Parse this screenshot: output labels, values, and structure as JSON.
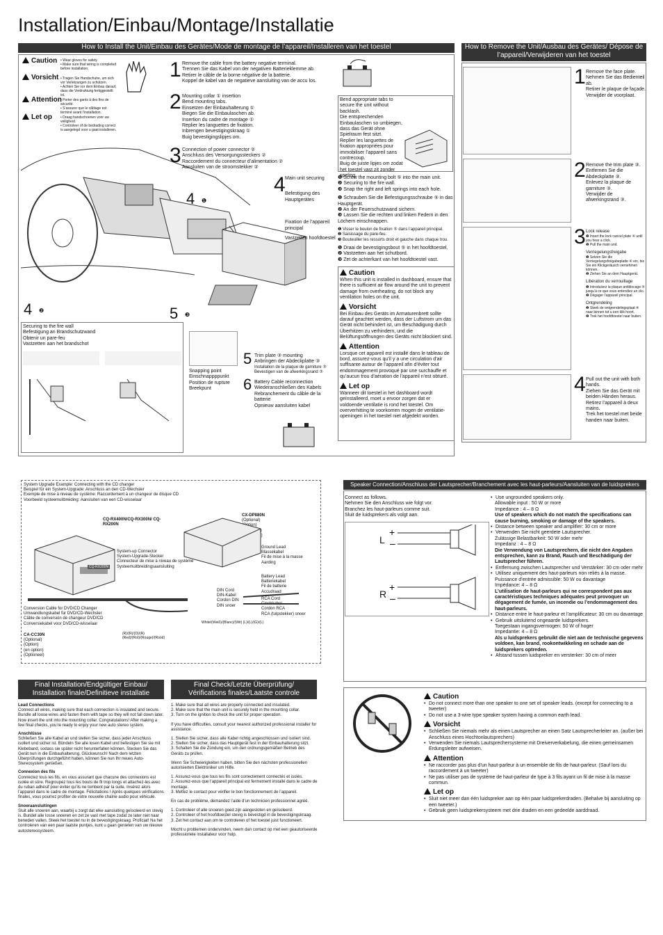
{
  "title": "Installation/Einbau/Montage/Installatie",
  "install_hdr": "How to Install the Unit/Einbau des Gerätes/Mode de montage de l’appareil/Installeren van het toestel",
  "remove_hdr": "How to Remove the Unit/Ausbau des Gerätes/ Dépose de l’appareil/Verwijderen van het toestel",
  "cautions": [
    {
      "label": "Caution",
      "lines": [
        "• Wear gloves for safety.",
        "• Make sure that wiring is completed before installation."
      ]
    },
    {
      "label": "Vorsicht",
      "lines": [
        "• Tragen Sie Handschuhe, um sich vor Verletzungen zu schützen.",
        "• Achten Sie vor dem Einbau darauf, dass die Verdrahtung fertiggestellt ist."
      ]
    },
    {
      "label": "Attention",
      "lines": [
        "• Porter des gants à des fins de sécurité.",
        "• S’assurer que le câblage est terminé avant l’installation."
      ]
    },
    {
      "label": "Let op",
      "lines": [
        "• Draag handschoenen voor uw veiligheid.",
        "• Controleer of de bedrading correct is aangelegd voor u gaat installeren."
      ]
    }
  ],
  "step1": [
    "Remove the cable from the battery negative terminal.",
    "Trennen Sie das Kabel von der negativen Batterieklemme ab.",
    "Retirer le câble de la borne négative de la batterie.",
    "Koppel de kabel van de negatieve aansluiting van de accu los."
  ],
  "step2": [
    "Mounting collar ① insertion",
    "Bend mounting tabs.",
    "Einsetzen der Einbauhalterung ①",
    "Biegen Sie die Einbaulaschen ab.",
    "Insertion du cadre de montage ①",
    "Replier les languettes de fixation.",
    "Inbrengen bevestigingskraag ①",
    "Buig bevestigingslipjes om."
  ],
  "step3": [
    "Connection of power connector ②",
    "Anschluss des Versorgungssteckers ②",
    "Raccordement du connecteur d’alimentation ②",
    "Aansluiten van de stroomstekker ②"
  ],
  "bend_text": [
    "Bend appropriate tabs to secure the unit without backlash.",
    "Die entsprechenden Einbaulaschen so umbiegen, dass das Gerät ohne Spielraum fest sitzt.",
    "Replier les languettes de fixation appropriées pour immobiliser l’appareil sans contrecoup.",
    "Buig de juiste lipjes om zodat het toestel vast zit zonder speling."
  ],
  "step4_labels": [
    "Main unit securing",
    "Befestigung des Hauptgerätes",
    "Fixation de l’appareil principal",
    "Vastzetten hoofdtoestel"
  ],
  "step4_en": [
    "❶ Screw the mounting bolt ⑤ into the main unit.",
    "❷ Securing to the fire wall.",
    "❸ Snap the right and left springs into each hole."
  ],
  "step4_de": [
    "❶ Schrauben Sie die Befestigungsschraube ⑤ in das Hauptgerät.",
    "❷ An der Feuerschutzwand sichern.",
    "❸ Lassen Sie die rechten und linken Federn in den Löchern einschnappen."
  ],
  "step4_fr": [
    "❶ Visser le boulon de fixation ⑤ dans l’appareil principal.",
    "❷ Saisissage du pare-feu.",
    "❸ Bouteuiller les ressorts droit et gauche dans chaque trou."
  ],
  "step4_nl": [
    "❶ Draai de bevestigingsbout ⑤ in het hoofdtoestel.",
    "❷ Vastzetten aan het schutbord.",
    "❸ Zet de achterkant van het hoofdtoestel vast."
  ],
  "mid_cautions": [
    {
      "label": "Caution",
      "text": "When this unit is installed in dashboard, ensure that there is sufficient air flow around the unit to prevent damage from overheating, do not block any ventilation holes on the unit."
    },
    {
      "label": "Vorsicht",
      "text": "Bei Einbau des Geräts im Armaturenbrett sollte darauf geachtet werden, dass der Luftstrom um das Gerät nicht behindert ist, um Beschädigung durch Überhitzen zu verhindern, und die Belüftungsöffnungen des Geräts nicht blockiert sind."
    },
    {
      "label": "Attention",
      "text": "Lorsque cet appareil est installé dans le tableau de bord, assurez-vous qu’il y a une circulation d’air suffisante autour de l’appareil afin d’éviter tout endommagement provoqué par une surchauffe et qu’aucun trou d’aération de l’appareil n’est obturé."
    },
    {
      "label": "Let op",
      "text": "Wanneer dit toestel in het dashboard wordt geïnstalleerd, moet u ervoor zorgen dat er voldoende ventilatie is rond het toestel. Om oververhitting te voorkomen mogen de ventilatie-openingen in het toestel niet afgedekt worden."
    }
  ],
  "firewall": [
    "Securing to the fire wall",
    "Befestigung an Brandschutzwand",
    "Obtenir un pare-feu",
    "Vastzetten aan het brandschot"
  ],
  "snap": [
    "Snapping point",
    "Einschnappppunkt",
    "Position de rupture",
    "Breekpunt"
  ],
  "step5": [
    "Trim plate ③ mounting",
    "Anbringen der Abdeckplatte ③",
    "Installation de la plaque de garniture ③",
    "Bevestigen van de afwerkingsrand ③"
  ],
  "step6": [
    "Battery Cable reconnection",
    "Wiederanschließen des Kabels",
    "Rebranchement du câble de la batterie",
    "Opnieuw aansluiten kabel"
  ],
  "rm1": [
    "Remove the face plate.",
    "Nehmen Sie das Bedienteil ab.",
    "Retirer le plaque de façade.",
    "Verwijder de voorplaat."
  ],
  "rm2": [
    "Remove the trim plate ③.",
    "Entfernen Sie die Abdeckplatte ③.",
    "Enlevez la plaque de garniture ③.",
    "Verwijder de afwerkingsrand ③."
  ],
  "rm3": [
    "Lock release",
    "❶ Insert the lock cancel plate ④ until you hear a click.",
    "❷ Pull the main unit.",
    "Verriegelungsfreigabe",
    "❶ Setzen Sie die Verriegelungsfreigabeplatte ④ ein, bis Sie ein Klickgeräusch vernehmen können.",
    "❷ Ziehen Sie an dem Hauptgerät.",
    "Libération du verrouillage",
    "❶ Introduisez la plaque antiblocage ④ jusqu’à ce que vous entendiez un clic.",
    "❷ Dégager l’appareil principal.",
    "Ontgrendeling",
    "❶ Steek de ontgrendelingsplaat ④ naar binnen tot u een klik hoort.",
    "❷ Trek het hoofdtoestel naar buiten."
  ],
  "rm4": [
    "Pull out the unit with both hands.",
    "Ziehen Sie das Gerät mit beiden Händen heraus.",
    "Retirez l’appareil à deux mains.",
    "Trek het toestel met beide handen naar buiten."
  ],
  "upgrade": [
    "System Upgrade Example: Connecting with the CD changer",
    "Beispiel für ein System-Upgrade: Anschluss an den CD-Wechsler",
    "Exemple de mise à niveau de système: Raccordement à un changeur de disque CD",
    "Voorbeeld systeemuitbreiding: Aansluiten van een CD-wisselaar"
  ],
  "up_models": "CQ-RX400N/CQ-RX300N/ CQ-RX200N",
  "up_cx": [
    "CX-DP880N",
    "(Optional)",
    "(Option)",
    "(en option)",
    "(Optioneel)"
  ],
  "up_conn": [
    "System-up Connector",
    "System-Upgrade-Stecker",
    "Connecteur de mise à niveau de système",
    "Systeemuitbreidingsaansluiting"
  ],
  "up_ground": [
    "Ground Lead",
    "Massekabel",
    "Fil de mise à la masse",
    "Aarding"
  ],
  "up_batt": [
    "Battery Lead",
    "Batteriekabel",
    "Fil de batterie",
    "Accudraad"
  ],
  "up_din": [
    "DIN Cord",
    "DIN-Kabel",
    "Cordon DIN",
    "DIN snoer"
  ],
  "up_rca": [
    "RCA Cord",
    "Cinchkabel",
    "Cordon RCA",
    "RCA (tulpstekker) snoer"
  ],
  "up_conv": [
    "Conversion Cable for DVD/CD Changer",
    "Umwandlungskabel für DVD/CD-Wechsler",
    "Câble de conversion de changeur DVD/CD",
    "Conversiekabel voor DVD/CD-wisselaar"
  ],
  "up_cc": [
    "CA-CC30N",
    "(Optional)",
    "(Option)",
    "(en option)",
    "(Optioneel)"
  ],
  "up_white": "White/(Weiß)/(Blanc)/(Wit) (L)/(L)/(G)/(L)",
  "up_red": "(R)/(R)/(D)/(R) (Red)/(Rot)/(Rouge)/(Rood)",
  "up_badge": "CQ-RX200N",
  "spk_hdr": "Speaker Connection/Anschluss der Lautsprecher/Branchement avec les haut-parleurs/Aansluiten van de luidsprekers",
  "spk_intro": [
    "Connect as follows.",
    "Nehmen Sie den Anschluss wie folgt vor.",
    "Branchez les haut-parleurs comme suit.",
    "Sluit de luidsprekers als volgt aan."
  ],
  "spk_en": [
    "Use ungrounded speakers only.",
    "Allowable input : 50 W or more",
    "Impedance : 4 – 8 Ω",
    "Use of speakers which do not match the specifications can cause burning, smoking or damage of the speakers.",
    "Distance between speaker and amplifier: 30 cm or more"
  ],
  "spk_de": [
    "Verwenden Sie nicht geerdete Lautsprecher.",
    "Zulässige Belastbarkeit: 50 W oder mehr",
    "Impedanz : 4 – 8 Ω",
    "Die Verwendung von Lautsprechern, die nicht den Angaben entsprechen, kann zu Brand, Rauch und Beschädigung der Lautsprecher führen.",
    "Entfernung zwischen Lautsprecher und Verstärker: 30 cm oder mehr"
  ],
  "spk_fr": [
    "Utilisez uniquement des haut-parleurs non reliés à la masse.",
    "Puissance d’entrée admissible: 50 W ou davantage",
    "Impédance: 4 – 8 Ω",
    "L’utilisation de haut-parleurs qui ne correspondent pas aux caractéristiques techniques adéquates peut provoquer un dégagement de fumée, un incendie ou l’endommagement des haut-parleurs.",
    "Distance entre le haut-parleur et l’amplificateur: 30 cm ou davantage"
  ],
  "spk_nl": [
    "Gebruik uitsluitend ongeaarde luidsprekers.",
    "Toegestaan ingangsvermogen: 50 W of hoger",
    "Impedantie: 4 – 8 Ω",
    "Als u luidsprekers gebruikt die niet aan de technische gegevens voldoen, kan brand, rookontwikkeling en schade aan de luidsprekers optreden.",
    "Afstand tussen luidspreker en versterker: 30 cm of meer"
  ],
  "spk_L": "L",
  "spk_R": "R",
  "final_hdr": "Final Installation/Endgültiger Einbau/ Installation finale/Definitieve installatie",
  "final": [
    {
      "h": "Lead Connections",
      "p": "Connect all wires, making sure that each connection is insulated and secure. Bundle all loose wires and fasten them with tape so they will not fall down later. Now insert the unit into the mounting collar. Congratulations! After making a few final checks, you’re ready to enjoy your new auto stereo system."
    },
    {
      "h": "Anschlüsse",
      "p": "Schließen Sie alle Kabel an und stellen Sie sicher, dass jeder Anschluss isoliert und sicher ist. Bündeln Sie alle losen Kabel und befestigen Sie sie mit Klebeband, sodass sie später nicht herunterfallen können. Stecken Sie das Gerät nun in die Einbauhalterung. Glückwunsch! Nach dem letzten Überprüfungen durchgeführt haben, können Sie nun Ihr neues Auto-Stereosystem genießen."
    },
    {
      "h": "Connexion des fils",
      "p": "Connectez tous les fils, en vous assurant que chacune des connexions est isolée et sûre. Regroupez tous les bouts de fil trop longs et attachez-les avec du ruban adhésif pour éviter qu’ils ne tombent par la suite. Insérez alors l’appareil dans le cadre de montage. Félicitations ! Après quelques vérifications finales, vous pourrez profiter de votre nouvelle chaîne audio pour véhicule."
    },
    {
      "h": "Snoeraansluitingen",
      "p": "Sluit alle snoeren aan, waarbij u zorgt dat elke aansluiting geïsoleerd en stevig is. Bundel alle losse snoeren en zet ze vast met tape zodat ze later niet naar beneden vallen. Steek het toestel nu in de bevestigingskraag. Proficiat! Na het controleren van een paar laatste puntjes, kunt u gaan genieten van uw nieuwe autostereosysteem."
    }
  ],
  "check_hdr": "Final Check/Letzte Überprüfung/ Vérifications finales/Laatste controle",
  "check": [
    "1. Make sure that all wires are properly connected and insulated.",
    "2. Make sure that the main unit is securely held in the mounting collar.",
    "3. Turn on the ignition to check the unit for proper operation.",
    "",
    "If you have difficulties, consult your nearest authorized professional installer for assistance.",
    "",
    "1. Stellen Sie sicher, dass alle Kabel richtig angeschlossen und isoliert sind.",
    "2. Stellen Sie sicher, dass das Hauptgerät fest in der Einbauhalterung sitzt.",
    "3. Schalten Sie die Zündung ein, um den ordnungsgemäßen Betrieb des Geräts zu prüfen.",
    "",
    "Wenn Sie Schwierigkeiten haben, bitten Sie den nächsten professionellen autorisierten Elektroniker um Hilfe.",
    "",
    "1. Assurez-vous que tous les fils sont correctement connectés et isolés.",
    "2. Assurez-vous que l’appareil principal est fermement installé dans le cadre de montage.",
    "3. Mettez le contact pour vérifier le bon fonctionnement de l’appareil.",
    "",
    "En cas de problème, demandez l’aide d’un technicien professionnel agréé.",
    "",
    "1. Controleer of alle snoeren goed zijn aangesloten en geïsoleerd.",
    "2. Controleer of het hoofdtoestel stevig is bevestigd in de bevestigingskraag.",
    "3. Zet het contact aan om te controleren of het toestel juist functioneert.",
    "",
    "Mocht u problemen ondervinden, neem dan contact op met een geautoriseerde professionele installateur voor hulp."
  ],
  "spk_warn": [
    {
      "label": "Caution",
      "items": [
        "Do not connect more than one speaker to one set of speaker leads. (except for connecting to a tweeter)",
        "Do not use a 3-wire type speaker system having a common earth lead."
      ]
    },
    {
      "label": "Vorsicht",
      "items": [
        "Schließen Sie niemals mehr als einen Lautsprecher an einen Satz Lautsprecherleiter an. (außer bei Anschluss eines Hochtonlautsprechers)",
        "Verwenden Sie niemals Lautsprechersysteme mit Dreiververkabelung, die einen gemeinsamen Erdungsleiter aufweisen."
      ]
    },
    {
      "label": "Attention",
      "items": [
        "Ne raccorder pas plus d’un haut-parleur à un ensemble de fils de haut-parleur. (Sauf lors du raccordement à un tweeter)",
        "Ne pas utiliser pas de système de haut-parleur de type à 3 fils ayant un fil de mise à la masse commun."
      ]
    },
    {
      "label": "Let op",
      "items": [
        "Sluit niet meer dan één luidspreker aan op één paar luidsprekerdraden. (Behalve bij aansluiting op een tweeter.)",
        "Gebruik geen luidsprekersysteem met drie draden en een gedeelde aarddraad."
      ]
    }
  ],
  "step_nums": [
    "1",
    "2",
    "3",
    "4",
    "4",
    "4",
    "5",
    "6"
  ],
  "step_subs": [
    "❶",
    "❷",
    "❸"
  ],
  "rm_nums": [
    "1",
    "2",
    "3",
    "4"
  ]
}
